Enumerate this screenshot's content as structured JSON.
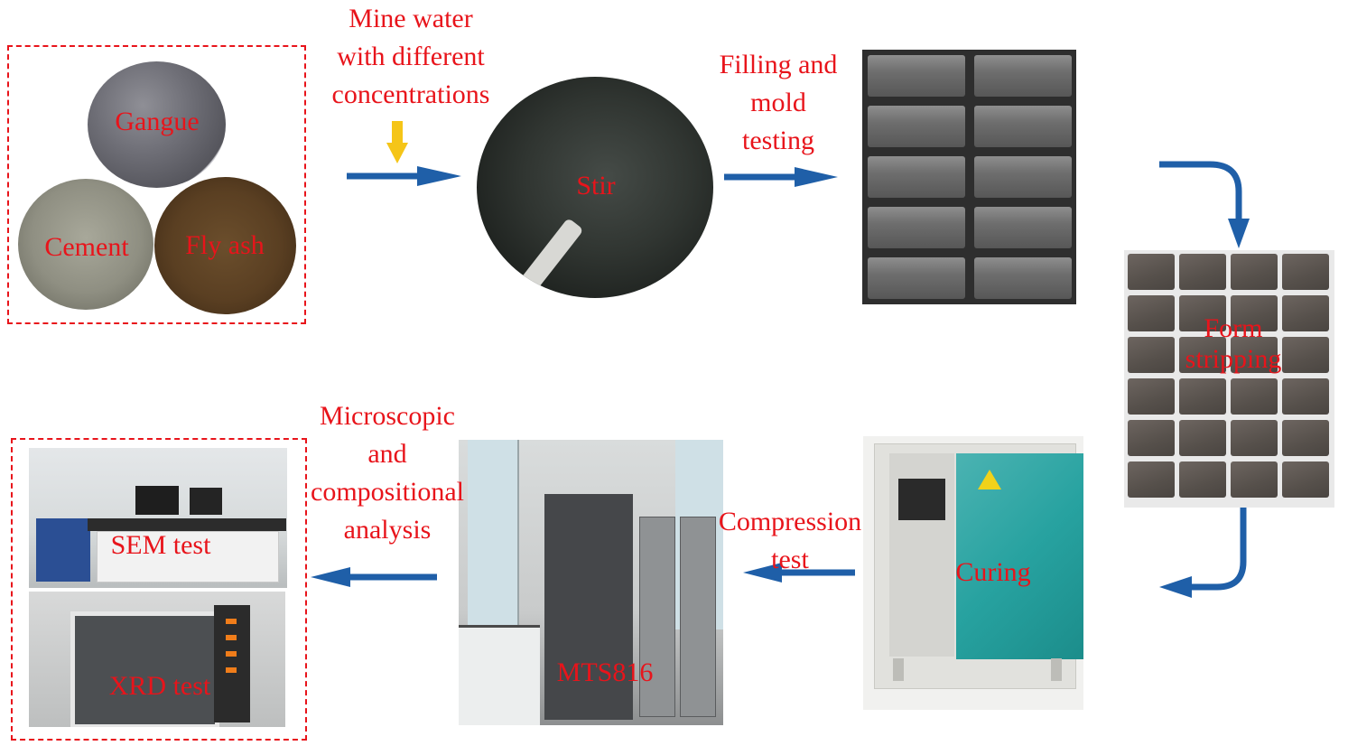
{
  "labels": {
    "mine_water": [
      "Mine water",
      "with different",
      "concentrations"
    ],
    "filling": [
      "Filling and",
      "mold",
      "testing"
    ],
    "microscopic": [
      "Microscopic",
      "and",
      "compositional",
      "analysis"
    ],
    "compression": [
      "Compression",
      "test"
    ]
  },
  "overlays": {
    "gangue": "Gangue",
    "cement": "Cement",
    "fly_ash": "Fly ash",
    "stir": "Stir",
    "form_stripping": [
      "Form",
      "stripping"
    ],
    "curing": "Curing",
    "mts": "MTS816",
    "sem": "SEM test",
    "xrd": "XRD test"
  },
  "colors": {
    "label_red": "#e8141b",
    "arrow_blue": "#1f5fa8",
    "drop_arrow_yellow": "#f5c518"
  }
}
